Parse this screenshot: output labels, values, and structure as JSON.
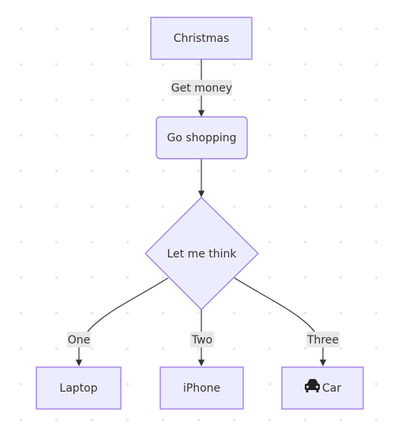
{
  "colors": {
    "node_fill": "#ececff",
    "node_stroke": "#9370db",
    "edge": "#333333",
    "label_bg": "#e8e8e8"
  },
  "nodes": {
    "christmas": "Christmas",
    "shopping": "Go shopping",
    "think": "Let me think",
    "laptop": "Laptop",
    "iphone": "iPhone",
    "car": "Car",
    "car_icon": "car-icon"
  },
  "edges": {
    "get_money": "Get money",
    "one": "One",
    "two": "Two",
    "three": "Three"
  }
}
